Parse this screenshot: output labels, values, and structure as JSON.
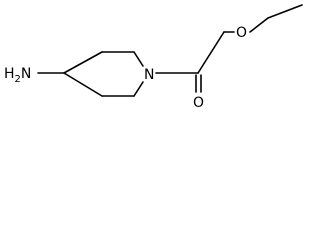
{
  "molecule": {
    "atoms": {
      "amine": "H2N",
      "ring_nitrogen": "N",
      "carbonyl_oxygen": "O",
      "ether_oxygen": "O"
    },
    "colors": {
      "bond": "#000000",
      "label": "#000000",
      "background": "#ffffff"
    }
  }
}
